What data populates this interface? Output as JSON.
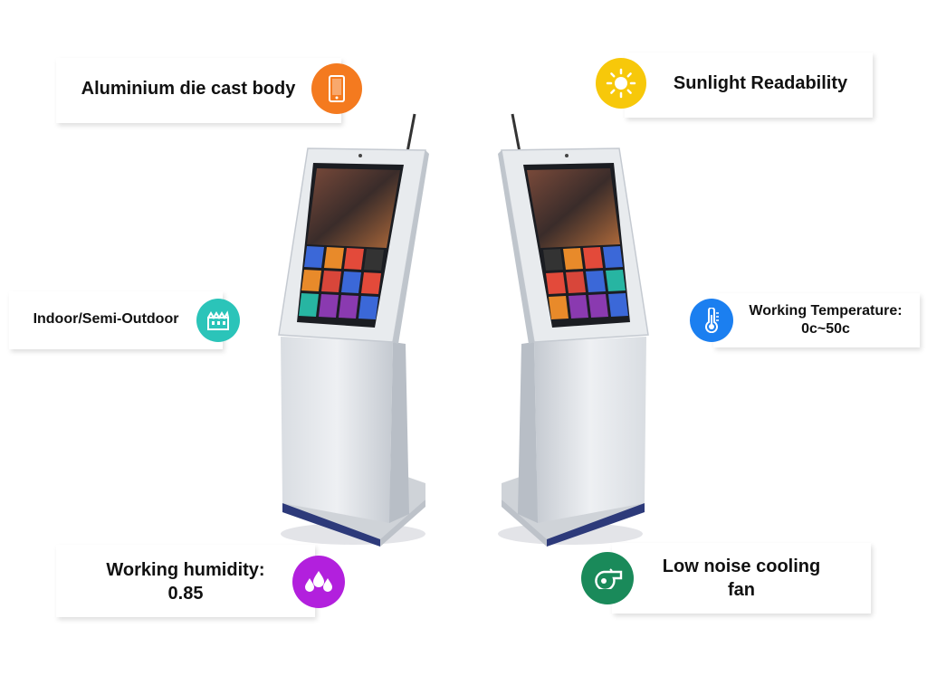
{
  "features": {
    "die_cast": {
      "label": "Aluminium die cast body",
      "icon": "phone-icon",
      "color": "#f47a1f"
    },
    "sunlight": {
      "label": "Sunlight Readability",
      "icon": "sun-icon",
      "color": "#f7c80a"
    },
    "indoor": {
      "label": "Indoor/Semi-Outdoor",
      "icon": "building-icon",
      "color": "#2bc4b9"
    },
    "temperature": {
      "line1": "Working Temperature:",
      "line2": "0c~50c",
      "icon": "thermometer-icon",
      "color": "#1b7ff0"
    },
    "humidity": {
      "line1": "Working humidity:",
      "line2": "0.85",
      "icon": "water-drops-icon",
      "color": "#b220dd"
    },
    "cooling": {
      "line1": "Low noise cooling",
      "line2": "fan",
      "icon": "whistle-icon",
      "color": "#1a8a5a"
    }
  }
}
